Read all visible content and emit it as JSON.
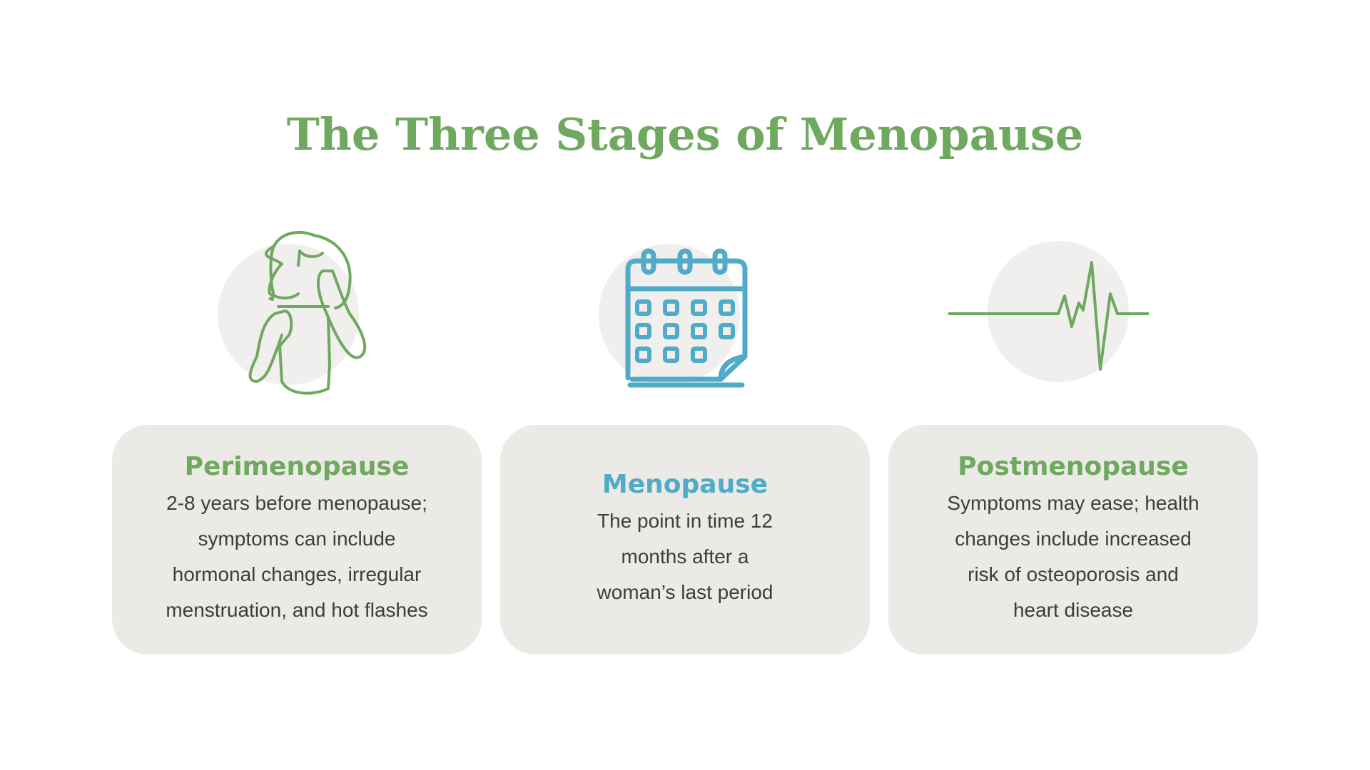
{
  "title": "The Three Stages of Menopause",
  "colors": {
    "green": "#6fa85f",
    "blue": "#4fabc8",
    "card_bg": "#ebeae6",
    "text": "#3d3d3d"
  },
  "stages": [
    {
      "name": "Perimenopause",
      "icon": "woman-hot-flash-icon",
      "lines": [
        "2-8 years before menopause;",
        "symptoms can include",
        "hormonal changes, irregular",
        "menstruation, and hot flashes"
      ]
    },
    {
      "name": "Menopause",
      "icon": "calendar-icon",
      "lines": [
        "The point in time 12",
        "months after a",
        "woman’s last period"
      ]
    },
    {
      "name": "Postmenopause",
      "icon": "heartbeat-icon",
      "lines": [
        "Symptoms may ease; health",
        "changes include increased",
        "risk of osteoporosis and",
        "heart disease"
      ]
    }
  ]
}
